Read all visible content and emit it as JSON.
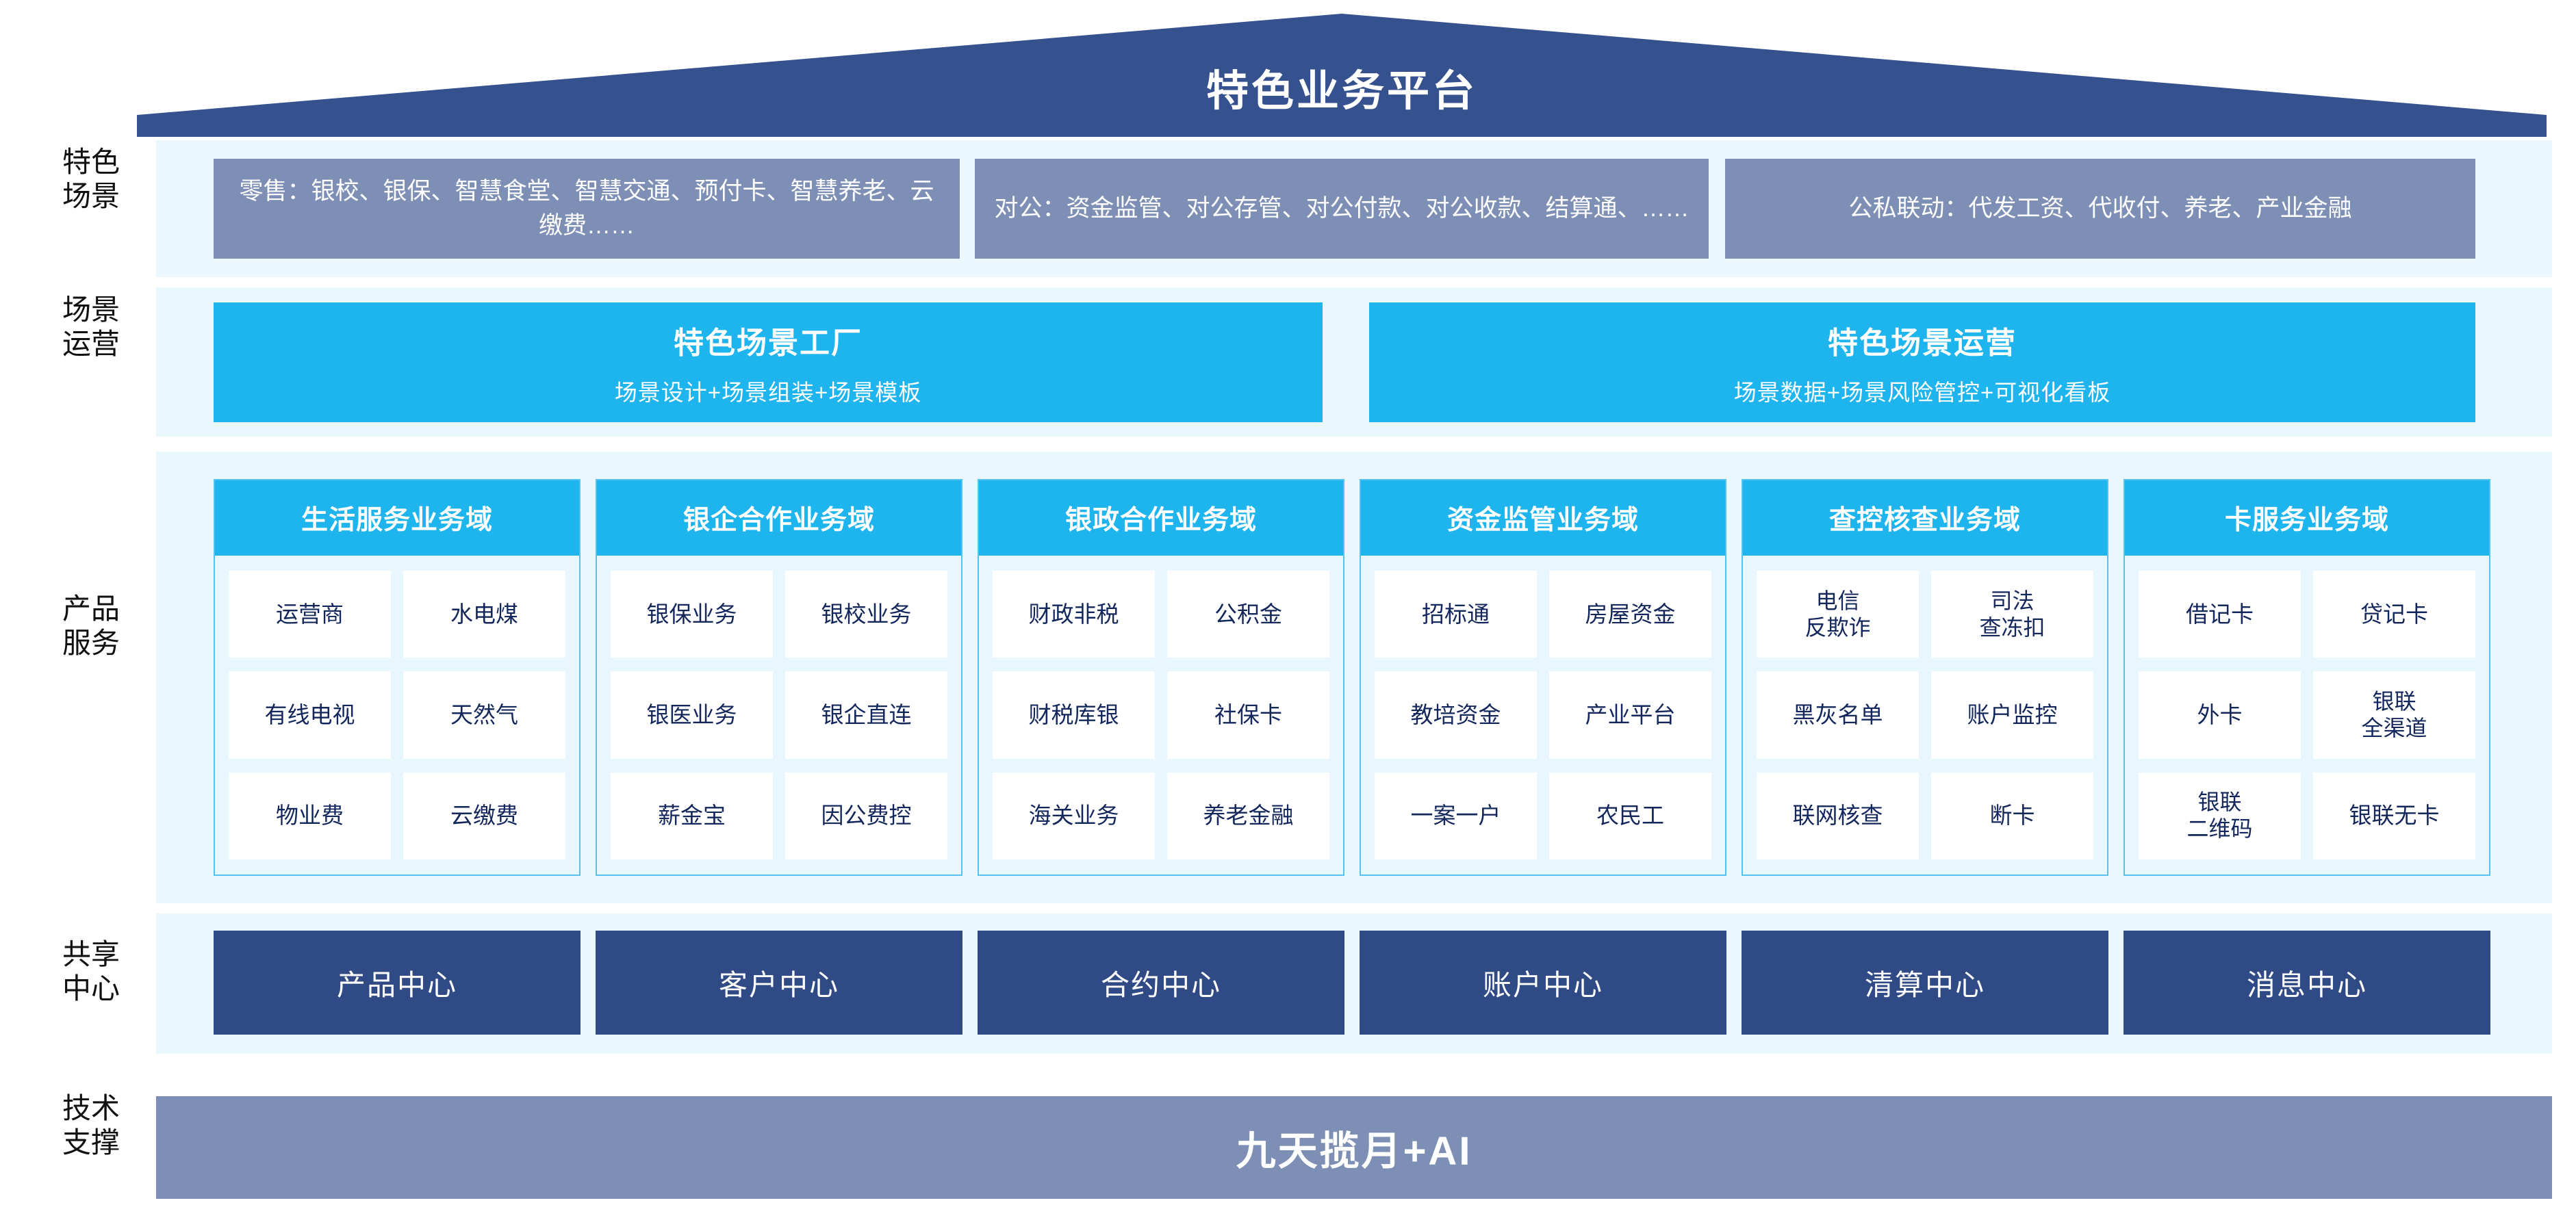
{
  "header": {
    "title": "特色业务平台",
    "roof_color": "#35518e"
  },
  "rail_labels": {
    "scenes": [
      "特色",
      "场景"
    ],
    "operation": [
      "场景",
      "运营"
    ],
    "products": [
      "产品",
      "服务"
    ],
    "shared": [
      "共享",
      "中心"
    ],
    "tech": [
      "技术",
      "支撑"
    ]
  },
  "colors": {
    "roof": "#35518e",
    "scene_box": "#7e8fb5",
    "cyan": "#1eb4ee",
    "panel": "#eaf7fd",
    "center": "#2f4a84",
    "tech": "#7e8fb5",
    "cell_text": "#14275c"
  },
  "scenes": {
    "items": [
      {
        "text": "零售：银校、银保、智慧食堂、智慧交通、预付卡、智慧养老、云缴费……"
      },
      {
        "text": "对公：资金监管、对公存管、对公付款、对公收款、结算通、……"
      },
      {
        "text": "公私联动：代发工资、代收付、养老、产业金融"
      }
    ]
  },
  "operation": {
    "items": [
      {
        "title": "特色场景工厂",
        "subtitle": "场景设计+场景组装+场景模板"
      },
      {
        "title": "特色场景运营",
        "subtitle": "场景数据+场景风险管控+可视化看板"
      }
    ]
  },
  "domains": [
    {
      "title": "生活服务业务域",
      "cells": [
        "运营商",
        "水电煤",
        "有线电视",
        "天然气",
        "物业费",
        "云缴费"
      ]
    },
    {
      "title": "银企合作业务域",
      "cells": [
        "银保业务",
        "银校业务",
        "银医业务",
        "银企直连",
        "薪金宝",
        "因公费控"
      ]
    },
    {
      "title": "银政合作业务域",
      "cells": [
        "财政非税",
        "公积金",
        "财税库银",
        "社保卡",
        "海关业务",
        "养老金融"
      ]
    },
    {
      "title": "资金监管业务域",
      "cells": [
        "招标通",
        "房屋资金",
        "教培资金",
        "产业平台",
        "一案一户",
        "农民工"
      ]
    },
    {
      "title": "查控核查业务域",
      "cells": [
        "电信\n反欺诈",
        "司法\n查冻扣",
        "黑灰名单",
        "账户监控",
        "联网核查",
        "断卡"
      ]
    },
    {
      "title": "卡服务业务域",
      "cells": [
        "借记卡",
        "贷记卡",
        "外卡",
        "银联\n全渠道",
        "银联\n二维码",
        "银联无卡"
      ]
    }
  ],
  "shared_centers": {
    "items": [
      "产品中心",
      "客户中心",
      "合约中心",
      "账户中心",
      "清算中心",
      "消息中心"
    ]
  },
  "tech_support": {
    "label": "九天揽月+AI"
  }
}
